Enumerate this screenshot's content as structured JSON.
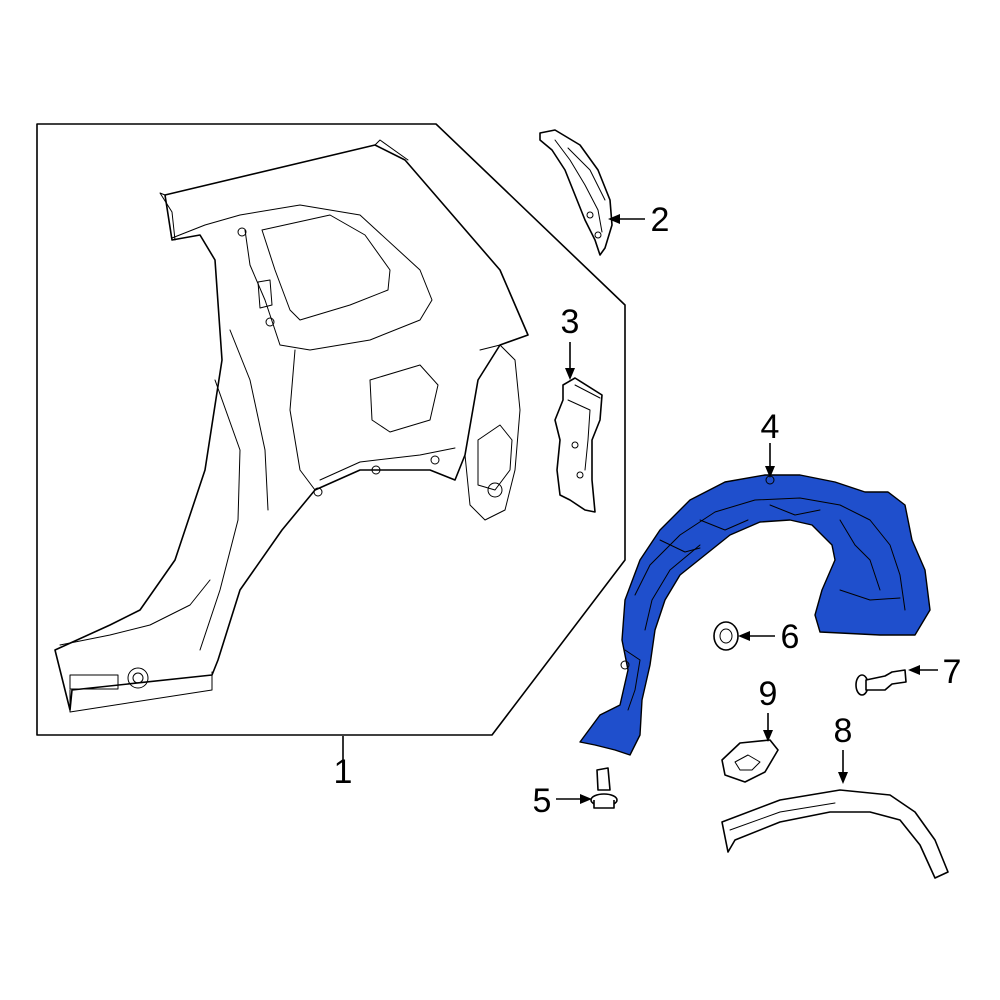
{
  "diagram": {
    "highlight_color": "#1f4fcc",
    "callouts": [
      {
        "id": "1",
        "label": "1"
      },
      {
        "id": "2",
        "label": "2"
      },
      {
        "id": "3",
        "label": "3"
      },
      {
        "id": "4",
        "label": "4"
      },
      {
        "id": "5",
        "label": "5"
      },
      {
        "id": "6",
        "label": "6"
      },
      {
        "id": "7",
        "label": "7"
      },
      {
        "id": "8",
        "label": "8"
      },
      {
        "id": "9",
        "label": "9"
      }
    ],
    "highlighted_part": "4"
  }
}
